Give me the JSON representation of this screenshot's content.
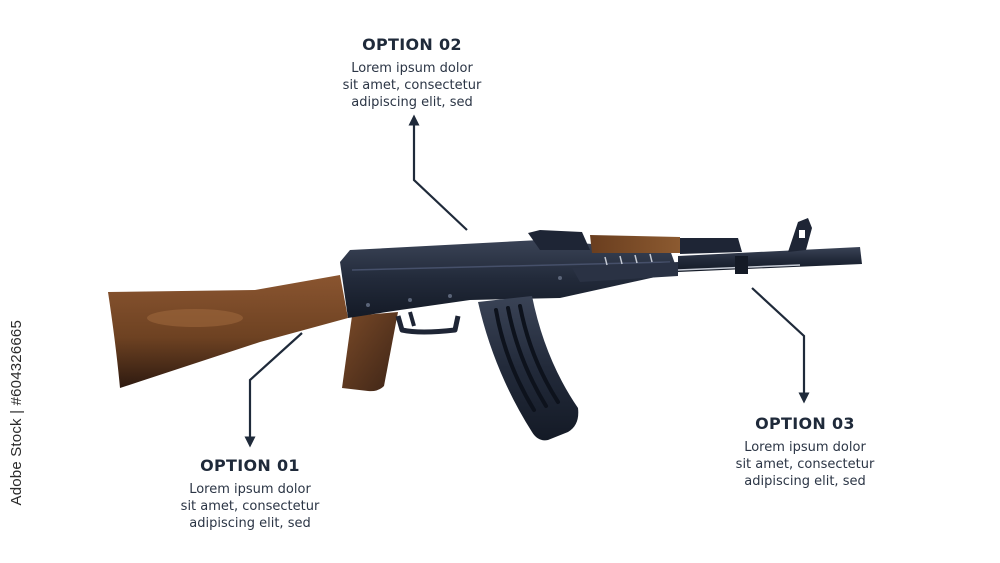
{
  "options": [
    {
      "title": "OPTION 01",
      "lines": [
        "Lorem ipsum dolor",
        "sit amet, consectetur",
        "adipiscing elit, sed"
      ]
    },
    {
      "title": "OPTION 02",
      "lines": [
        "Lorem ipsum dolor",
        "sit amet, consectetur",
        "adipiscing elit, sed"
      ]
    },
    {
      "title": "OPTION 03",
      "lines": [
        "Lorem ipsum dolor",
        "sit amet, consectetur",
        "adipiscing elit, sed"
      ]
    }
  ],
  "watermark": "Adobe Stock | #604326665",
  "colors": {
    "metal": "#1e2535",
    "metal_highlight": "#3a4356",
    "wood": "#7a4a28",
    "wood_light": "#a06a3e",
    "wood_dark": "#3d2416",
    "text": "#1f2a3a",
    "connector": "#1f2a3a"
  }
}
